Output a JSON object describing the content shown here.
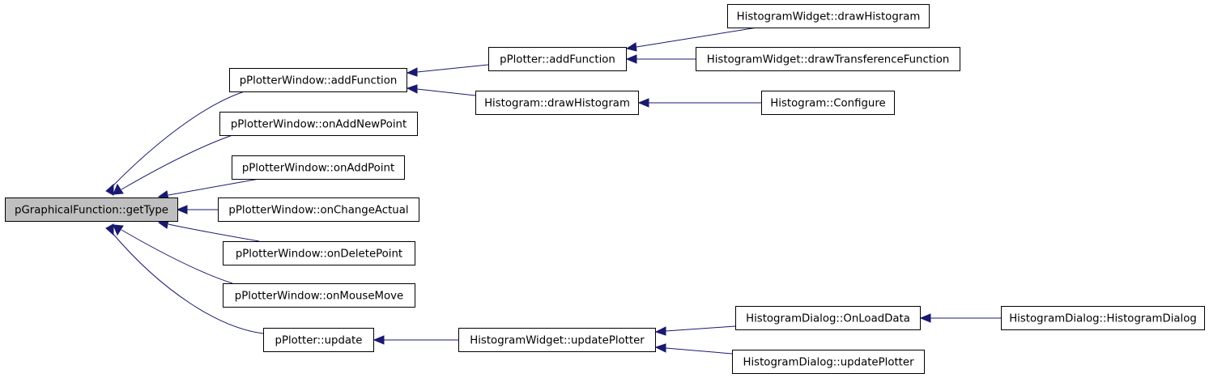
{
  "diagram": {
    "colors": {
      "edge": "#191970",
      "root_fill": "#bfbfbf",
      "node_fill": "#ffffff",
      "node_stroke": "#000000"
    },
    "nodes": {
      "getType": "pGraphicalFunction::getType",
      "pwAddFunction": "pPlotterWindow::addFunction",
      "pwOnAddNewPoint": "pPlotterWindow::onAddNewPoint",
      "pwOnAddPoint": "pPlotterWindow::onAddPoint",
      "pwOnChangeActual": "pPlotterWindow::onChangeActual",
      "pwOnDeletePoint": "pPlotterWindow::onDeletePoint",
      "pwOnMouseMove": "pPlotterWindow::onMouseMove",
      "pUpdate": "pPlotter::update",
      "pAddFunction": "pPlotter::addFunction",
      "hDrawHistogram": "Histogram::drawHistogram",
      "hwUpdatePlotter": "HistogramWidget::updatePlotter",
      "hwDrawHistogram": "HistogramWidget::drawHistogram",
      "hwDrawTransference": "HistogramWidget::drawTransferenceFunction",
      "hConfigure": "Histogram::Configure",
      "hdOnLoadData": "HistogramDialog::OnLoadData",
      "hdUpdatePlotter": "HistogramDialog::updatePlotter",
      "hdHistogramDialog": "HistogramDialog::HistogramDialog"
    },
    "edges": [
      {
        "from": "pwAddFunction",
        "to": "getType"
      },
      {
        "from": "pwOnAddNewPoint",
        "to": "getType"
      },
      {
        "from": "pwOnAddPoint",
        "to": "getType"
      },
      {
        "from": "pwOnChangeActual",
        "to": "getType"
      },
      {
        "from": "pwOnDeletePoint",
        "to": "getType"
      },
      {
        "from": "pwOnMouseMove",
        "to": "getType"
      },
      {
        "from": "pUpdate",
        "to": "getType"
      },
      {
        "from": "pAddFunction",
        "to": "pwAddFunction"
      },
      {
        "from": "hDrawHistogram",
        "to": "pwAddFunction"
      },
      {
        "from": "hwDrawHistogram",
        "to": "pAddFunction"
      },
      {
        "from": "hwDrawTransference",
        "to": "pAddFunction"
      },
      {
        "from": "hConfigure",
        "to": "hDrawHistogram"
      },
      {
        "from": "hwUpdatePlotter",
        "to": "pUpdate"
      },
      {
        "from": "hdOnLoadData",
        "to": "hwUpdatePlotter"
      },
      {
        "from": "hdUpdatePlotter",
        "to": "hwUpdatePlotter"
      },
      {
        "from": "hdHistogramDialog",
        "to": "hdOnLoadData"
      }
    ]
  }
}
